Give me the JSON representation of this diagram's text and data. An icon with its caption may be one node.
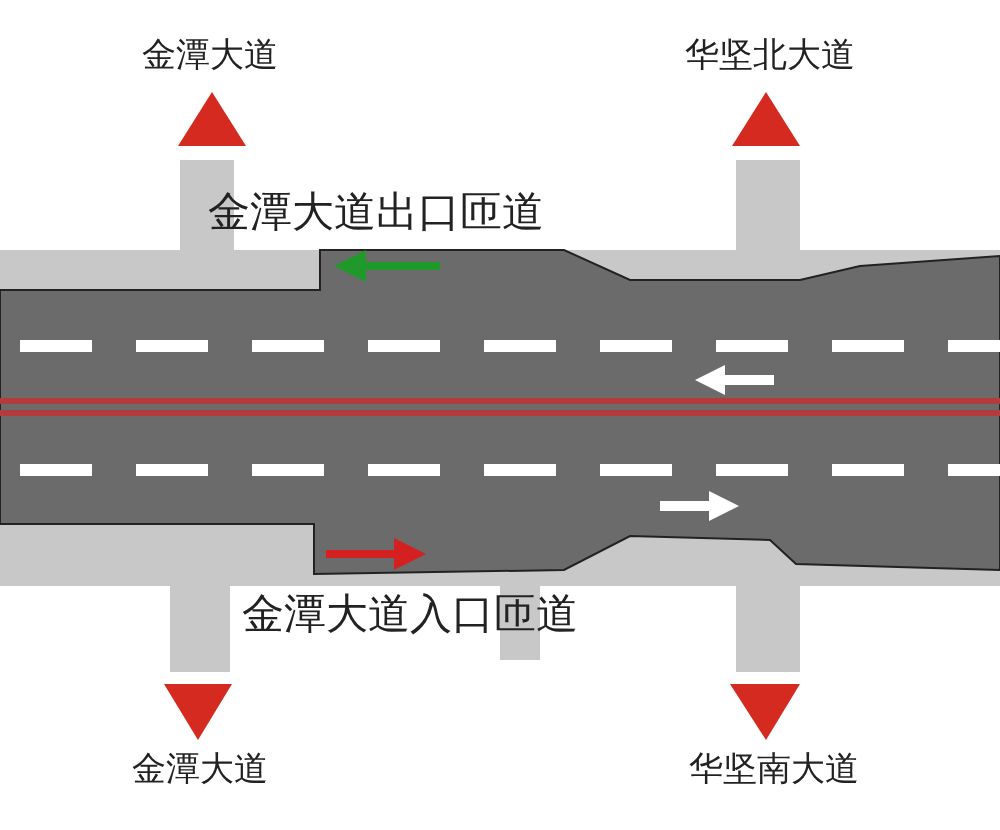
{
  "diagram": {
    "labels": [
      "金潭大道",
      "华坚北大道",
      "金潭大道出口匝道",
      "金潭大道入口匝道",
      "金潭大道",
      "华坚南大道"
    ]
  }
}
